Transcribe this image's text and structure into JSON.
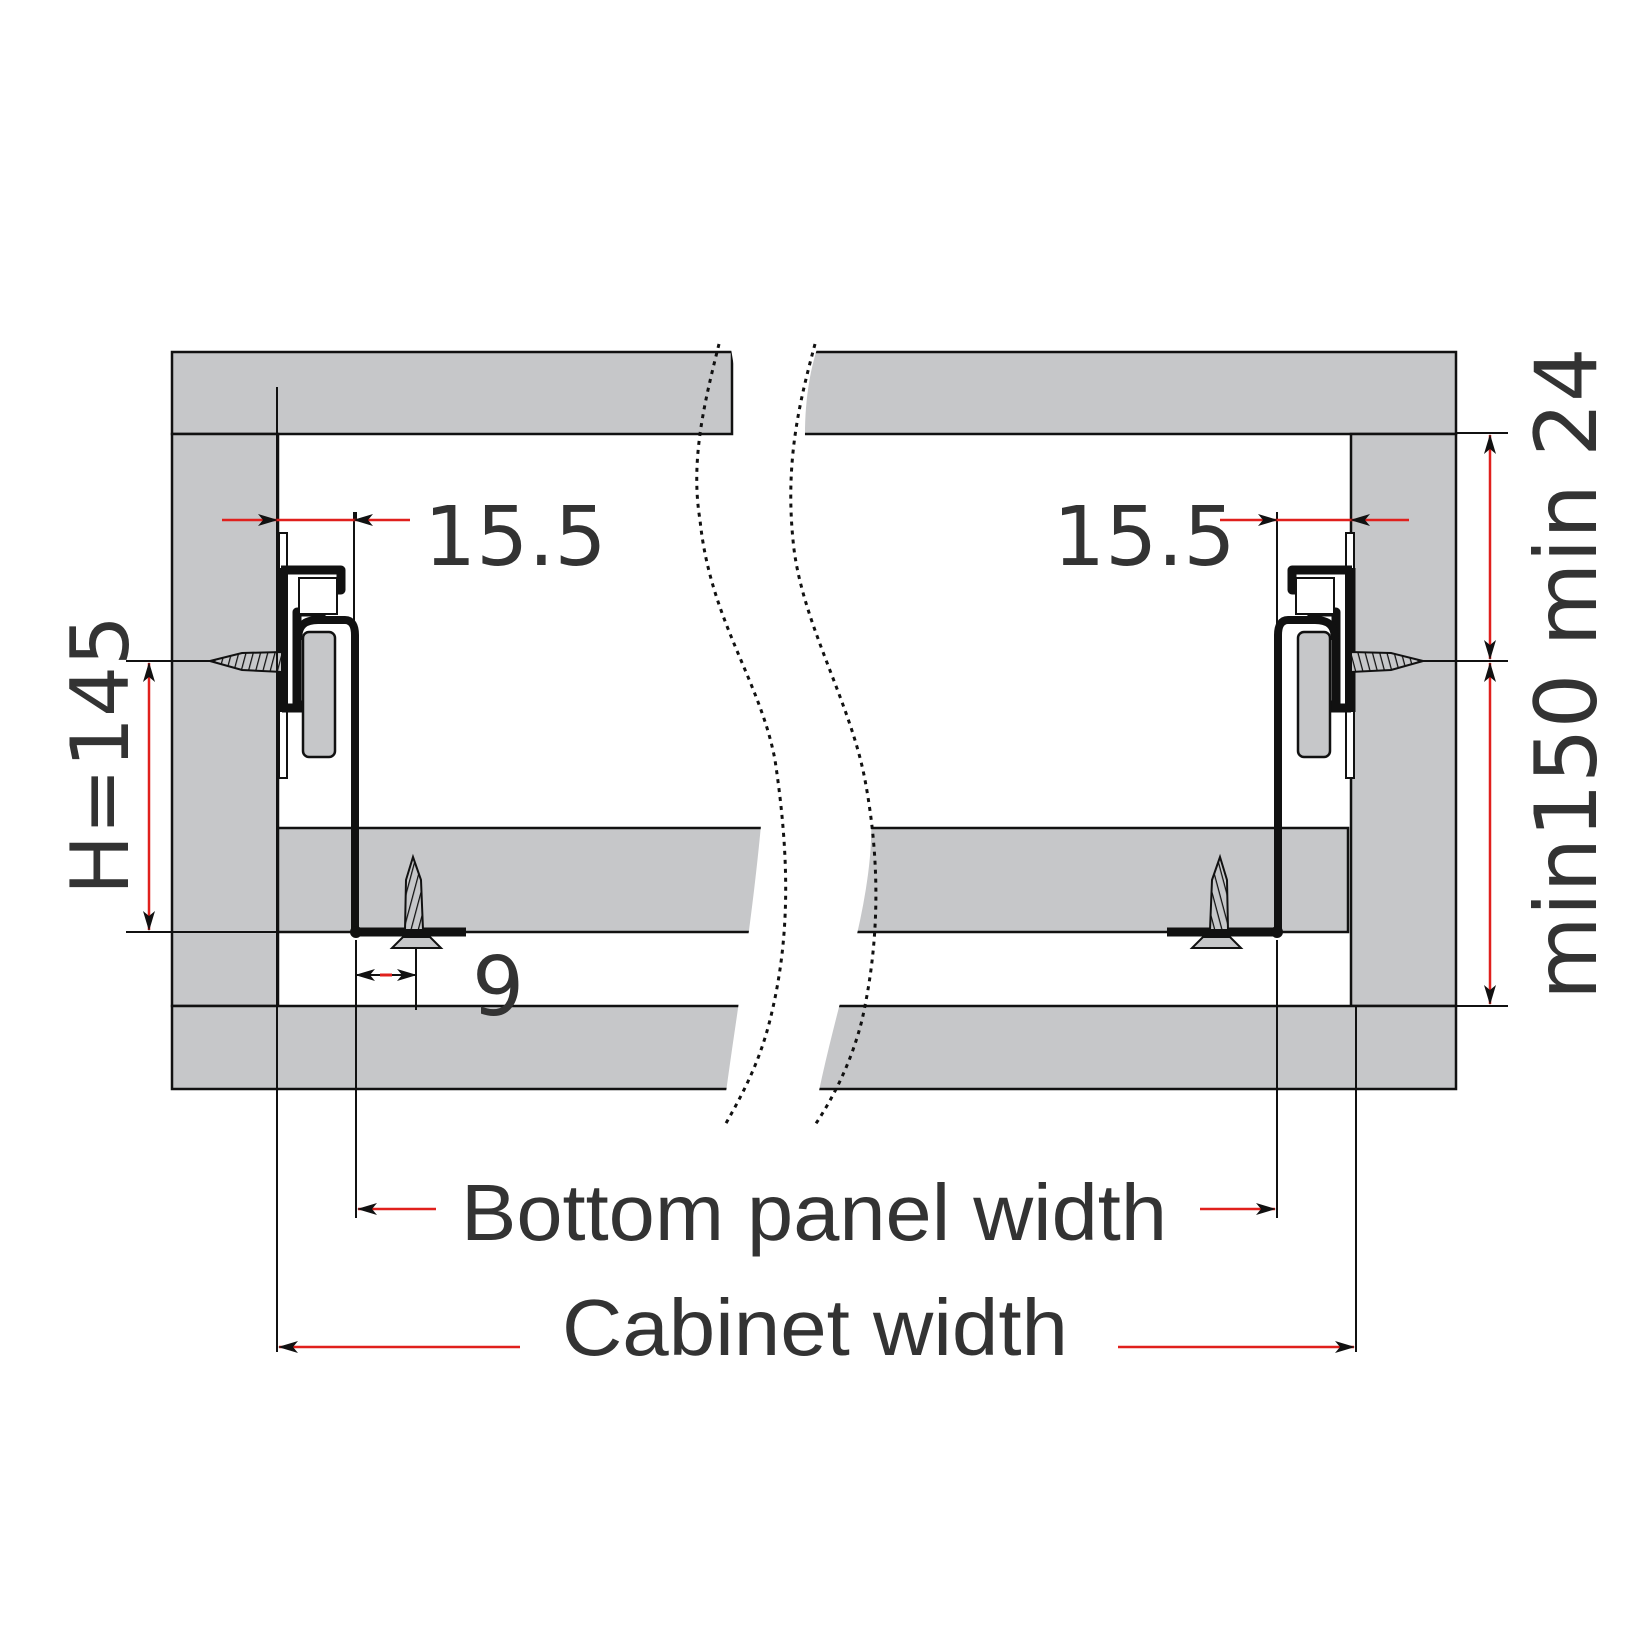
{
  "diagram": {
    "title": "Drawer slide installation cross-section",
    "colors": {
      "panel_fill": "#c6c7c9",
      "outline": "#111111",
      "dimension_red": "#e0201c",
      "text": "#333333",
      "background": "#ffffff"
    },
    "dimensions": {
      "left_offset": "15.5",
      "right_offset": "15.5",
      "slide_height": "H=145",
      "screw_offset": "9",
      "right_vertical": "min150 min 24"
    },
    "labels": {
      "bottom_panel_width": "Bottom panel width",
      "cabinet_width": "Cabinet width"
    },
    "components": [
      {
        "name": "cabinet-left-side-panel"
      },
      {
        "name": "cabinet-right-side-panel"
      },
      {
        "name": "cabinet-top-panel"
      },
      {
        "name": "cabinet-bottom-panel"
      },
      {
        "name": "drawer-bottom-panel"
      },
      {
        "name": "left-drawer-slide"
      },
      {
        "name": "right-drawer-slide"
      },
      {
        "name": "side-mounting-screw-left"
      },
      {
        "name": "side-mounting-screw-right"
      },
      {
        "name": "bottom-mounting-screw-left"
      },
      {
        "name": "bottom-mounting-screw-right"
      },
      {
        "name": "break-line-left"
      },
      {
        "name": "break-line-right"
      }
    ]
  }
}
